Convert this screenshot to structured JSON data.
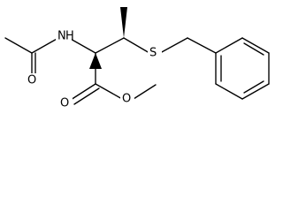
{
  "molecule": {
    "atoms": [
      {
        "id": "n",
        "label": "N"
      },
      {
        "id": "h",
        "label": "H"
      },
      {
        "id": "o_amide",
        "label": "O"
      },
      {
        "id": "s",
        "label": "S"
      },
      {
        "id": "o_carbonyl",
        "label": "O"
      },
      {
        "id": "o_ester",
        "label": "O"
      }
    ]
  },
  "colors": {
    "bonds": "#000000",
    "labels": "#000000",
    "background": "#ffffff"
  }
}
